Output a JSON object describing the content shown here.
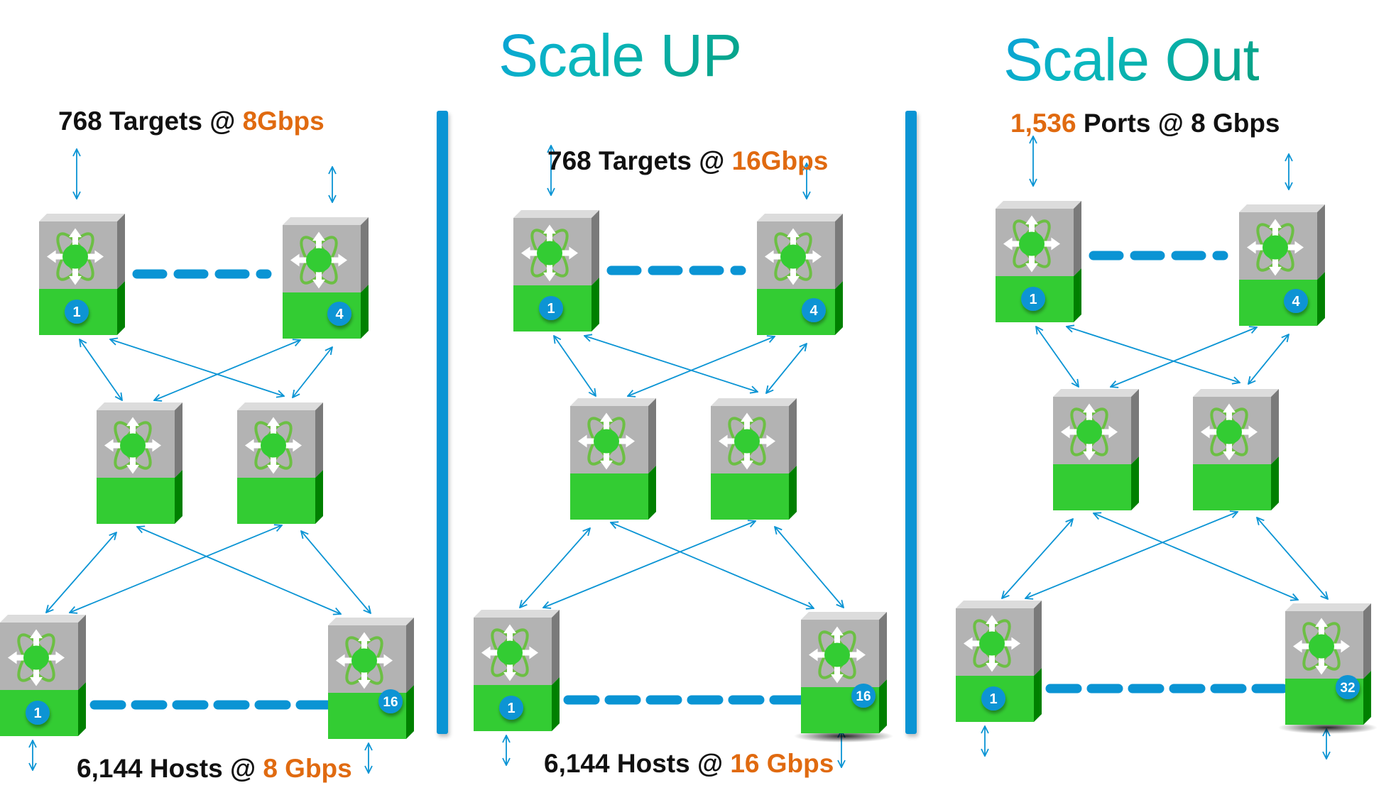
{
  "sections": [
    {
      "id": "left",
      "title": "",
      "top_label": {
        "prefix": "768 Targets @ ",
        "highlight": "8Gbps",
        "suffix": ""
      },
      "bottom_label": {
        "prefix": "6,144 Hosts @ ",
        "highlight": "8 Gbps",
        "suffix": ""
      },
      "top_switches": [
        {
          "badge": "1"
        },
        {
          "badge": "4"
        }
      ],
      "core_switches": [
        {
          "badge": ""
        },
        {
          "badge": ""
        }
      ],
      "edge_switches": [
        {
          "badge": "1"
        },
        {
          "badge": "16"
        }
      ]
    },
    {
      "id": "scale-up",
      "title": "Scale UP",
      "top_label": {
        "prefix": "768 Targets @ ",
        "highlight": "16Gbps",
        "suffix": ""
      },
      "bottom_label": {
        "prefix": "6,144 Hosts @ ",
        "highlight": "16 Gbps",
        "suffix": ""
      },
      "top_switches": [
        {
          "badge": "1"
        },
        {
          "badge": "4"
        }
      ],
      "core_switches": [
        {
          "badge": ""
        },
        {
          "badge": ""
        }
      ],
      "edge_switches": [
        {
          "badge": "1"
        },
        {
          "badge": "16"
        }
      ]
    },
    {
      "id": "scale-out",
      "title": "Scale Out",
      "top_label": {
        "prefix": "",
        "highlight": "1,536",
        "suffix": " Ports @ 8 Gbps"
      },
      "bottom_label": null,
      "top_switches": [
        {
          "badge": "1"
        },
        {
          "badge": "4"
        }
      ],
      "core_switches": [
        {
          "badge": ""
        },
        {
          "badge": ""
        }
      ],
      "edge_switches": [
        {
          "badge": "1"
        },
        {
          "badge": "32"
        }
      ]
    }
  ],
  "colors": {
    "accent_blue": "#0a94d4",
    "highlight_orange": "#e06a10",
    "switch_gray": "#b3b3b3",
    "switch_green": "#33cc33",
    "badge_blue": "#0a94d4"
  },
  "icons": {
    "switch": "layer3-switch-icon",
    "link": "bidirectional-arrow-icon",
    "ellipsis": "dashed-continuation-icon"
  }
}
